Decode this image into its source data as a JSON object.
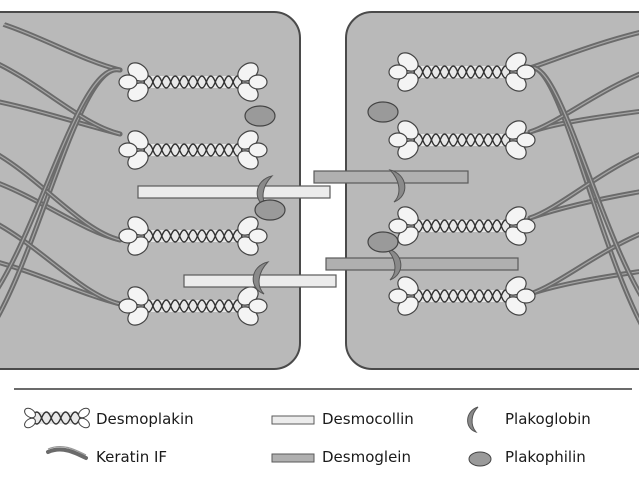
{
  "legend": {
    "desmoplakin": "Desmoplakin",
    "keratin": "Keratin IF",
    "desmocollin": "Desmocollin",
    "desmoglein": "Desmoglein",
    "plakoglobin": "Plakoglobin",
    "plakophilin": "Plakophilin"
  },
  "colors": {
    "cell_fill": "#b9b9b9",
    "cell_border": "#4a4a4a",
    "keratin": "#6b6b6b",
    "desmoplakin_head": "#f4f4f4",
    "desmocollin": "#ececec",
    "desmoglein": "#b0b0b0",
    "plakoglobin": "#8a8a8a",
    "plakophilin": "#9a9a9a"
  },
  "icons": {
    "desmoplakin": "desmoplakin-icon",
    "keratin": "keratin-filament-icon",
    "desmocollin": "desmocollin-bar-icon",
    "desmoglein": "desmoglein-bar-icon",
    "plakoglobin": "plakoglobin-crescent-icon",
    "plakophilin": "plakophilin-oval-icon"
  }
}
